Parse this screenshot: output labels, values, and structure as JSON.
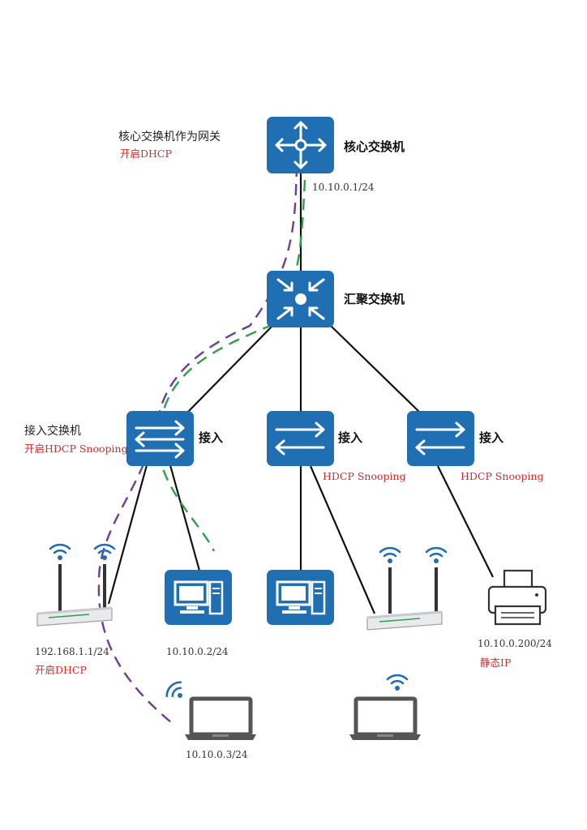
{
  "nodes": {
    "core": {
      "label": "核心交换机",
      "note": "核心交换机作为网关",
      "note_red": "开启DHCP",
      "address": "10.10.0.1/24"
    },
    "aggregation": {
      "label": "汇聚交换机"
    },
    "access_left": {
      "label": "接入",
      "note": "接入交换机",
      "note_red": "开启HDCP Snooping"
    },
    "access_middle": {
      "label": "接入",
      "note_red": "HDCP Snooping"
    },
    "access_right": {
      "label": "接入",
      "note_red": "HDCP Snooping"
    },
    "router_left": {
      "address": "192.168.1.1/24",
      "note_red": "开启DHCP"
    },
    "pc_left": {
      "address": "10.10.0.2/24"
    },
    "printer": {
      "address": "10.10.0.200/24",
      "note_red": "静态IP"
    },
    "laptop_left": {
      "address": "10.10.0.3/24"
    }
  },
  "colors": {
    "device_blue": "#1f6fb2",
    "annotation_red": "#d42a2a",
    "rogue_path_purple": "#6a3d9a",
    "legit_path_green": "#2ea04a",
    "link_black": "#111111"
  }
}
